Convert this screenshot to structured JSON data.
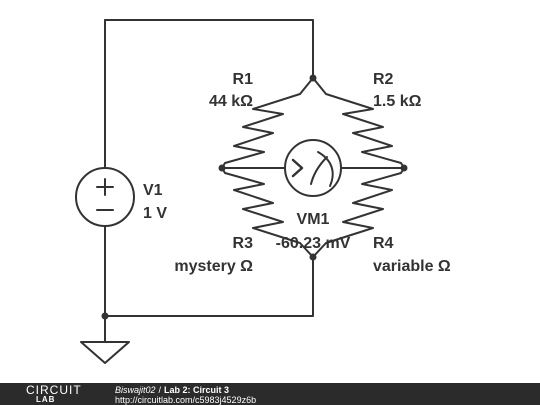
{
  "components": {
    "v1": {
      "name": "V1",
      "value": "1 V"
    },
    "r1": {
      "name": "R1",
      "value": "44 kΩ"
    },
    "r2": {
      "name": "R2",
      "value": "1.5 kΩ"
    },
    "r3": {
      "name": "R3",
      "value": "mystery Ω"
    },
    "r4": {
      "name": "R4",
      "value": "variable Ω"
    },
    "vm1": {
      "name": "VM1",
      "value": "-60.23 mV"
    }
  },
  "footer": {
    "logo_top": "CIRCUIT",
    "logo_bottom": "LAB",
    "author": "Biswajit02",
    "separator": "/",
    "title": "Lab 2: Circuit 3",
    "url": "http://circuitlab.com/c5983j4529z6b"
  },
  "colors": {
    "wire": "#333333",
    "footer_bg": "#2b2b2b"
  }
}
